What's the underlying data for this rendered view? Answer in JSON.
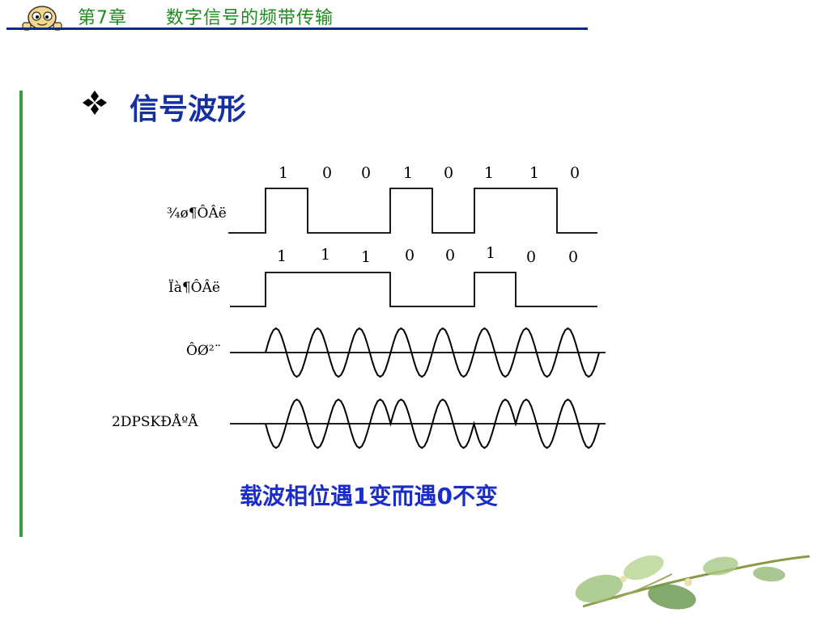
{
  "header": {
    "chapter": "第7章      数字信号的频带传输",
    "mascot_icon": "cartoon-face-icon"
  },
  "slide": {
    "bullet_icon": "four-diamond-bullet-icon",
    "title": "信号波形",
    "caption": "载波相位遇1变而遇0不变"
  },
  "diagram": {
    "absolute_code": {
      "label": "¾ø¶ÔÂë",
      "bits": [
        "1",
        "0",
        "0",
        "1",
        "0",
        "1",
        "1",
        "0"
      ]
    },
    "relative_code": {
      "label": "Ïà¶ÔÂë",
      "bits": [
        "1",
        "1",
        "1",
        "0",
        "0",
        "1",
        "0",
        "0"
      ]
    },
    "carrier": {
      "label": "ÔØ²¨"
    },
    "dpsk": {
      "label": "2DPSKÐÅºÅ"
    }
  },
  "colors": {
    "header_text": "#1f8a1f",
    "header_line": "#0a2a8f",
    "side_bar": "#3c9a3c",
    "title": "#1630a0",
    "caption": "#1a2dc8"
  },
  "decoration": {
    "icon": "leafy-vine-icon"
  }
}
